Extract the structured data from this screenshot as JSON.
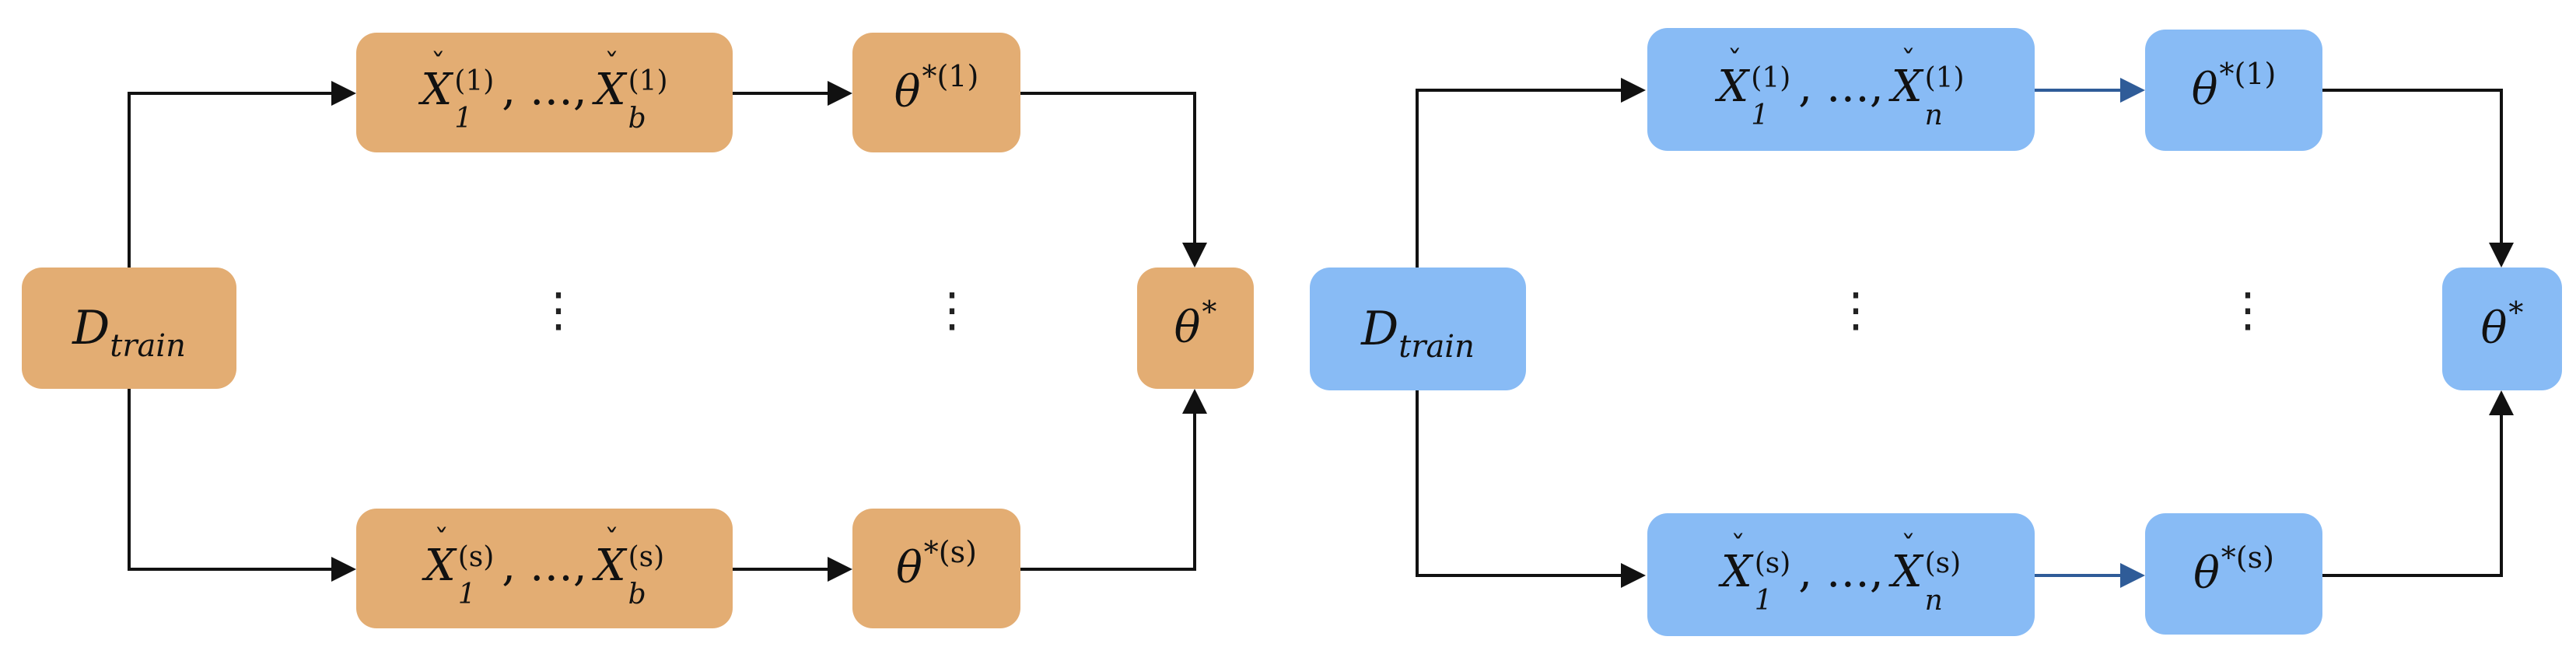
{
  "left_panel": {
    "color": "#e3ad73",
    "source": {
      "var": "D",
      "sub": "train"
    },
    "top_samples": {
      "x": "X",
      "first_sub": "1",
      "last_sub": "b",
      "sup": "(1)",
      "ellipsis": "…"
    },
    "bottom_samples": {
      "x": "X",
      "first_sub": "1",
      "last_sub": "b",
      "sup": "(s)",
      "ellipsis": "…"
    },
    "theta_top": {
      "sym": "θ",
      "sup": "*(1)"
    },
    "theta_bottom": {
      "sym": "θ",
      "sup": "*(s)"
    },
    "theta_final": {
      "sym": "θ",
      "sup": "*"
    },
    "dots": "⋮",
    "arrow_color": "#111111"
  },
  "right_panel": {
    "color": "#88bbf5",
    "source": {
      "var": "D",
      "sub": "train"
    },
    "top_samples": {
      "x": "X",
      "first_sub": "1",
      "last_sub": "n",
      "sup": "(1)",
      "ellipsis": "…"
    },
    "bottom_samples": {
      "x": "X",
      "first_sub": "1",
      "last_sub": "n",
      "sup": "(s)",
      "ellipsis": "…"
    },
    "theta_top": {
      "sym": "θ",
      "sup": "*(1)"
    },
    "theta_bottom": {
      "sym": "θ",
      "sup": "*(s)"
    },
    "theta_final": {
      "sym": "θ",
      "sup": "*"
    },
    "dots": "⋮",
    "arrow_color": "#111111",
    "highlight_arrow_color": "#2f5c98"
  }
}
